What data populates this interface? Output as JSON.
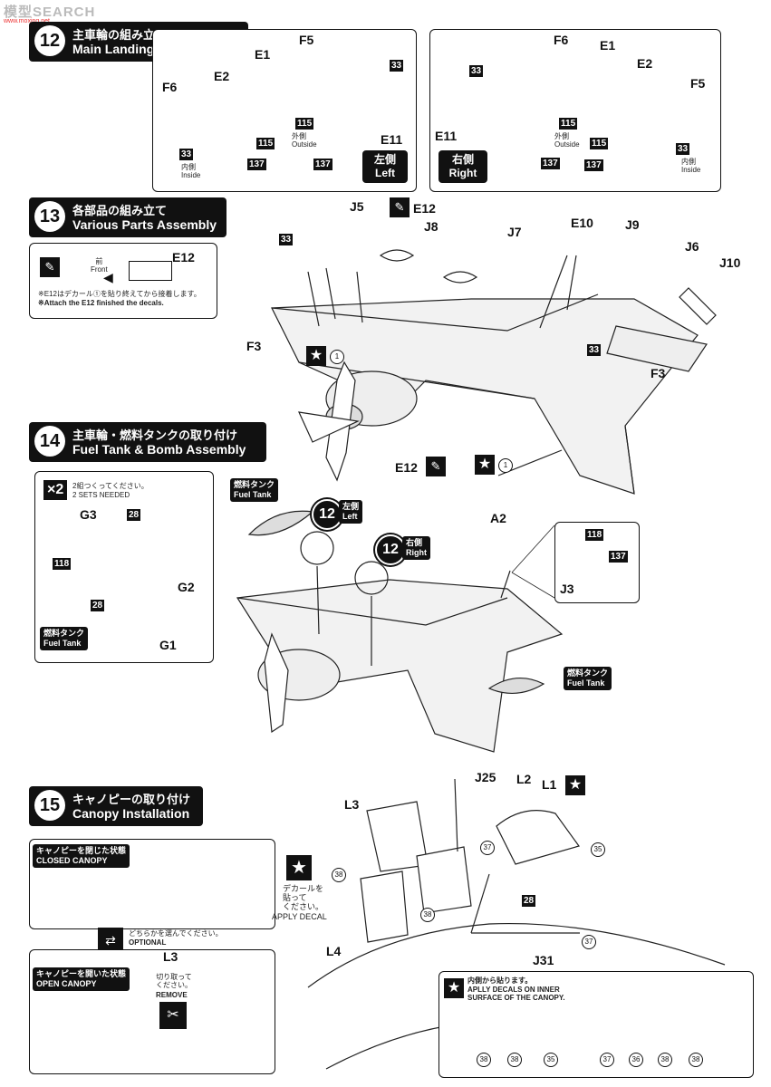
{
  "watermark": {
    "text": "模型SEARCH",
    "sub": "www.moxing.net"
  },
  "step12": {
    "num": "12",
    "jp": "主車輪の組み立て",
    "en": "Main Landing Gear Assembly",
    "left_panel": {
      "side_jp": "左側",
      "side_en": "Left",
      "parts": {
        "f5": "F5",
        "e1": "E1",
        "e2": "E2",
        "f6": "F6",
        "e11": "E11"
      },
      "codes": {
        "c33a": "33",
        "c33b": "33",
        "c115": "115",
        "c115b": "115",
        "c137a": "137",
        "c137b": "137"
      },
      "inside": "内側\nInside",
      "outside": "外側\nOutside"
    },
    "right_panel": {
      "side_jp": "右側",
      "side_en": "Right",
      "parts": {
        "f6": "F6",
        "e1": "E1",
        "e2": "E2",
        "f5": "F5",
        "e11": "E11"
      },
      "codes": {
        "c33a": "33",
        "c33b": "33",
        "c115": "115",
        "c115b": "115",
        "c137a": "137",
        "c137b": "137"
      },
      "inside": "内側\nInside",
      "outside": "外側\nOutside"
    }
  },
  "step13": {
    "num": "13",
    "jp": "各部品の組み立て",
    "en": "Various Parts Assembly",
    "inset": {
      "part": "E12",
      "front_jp": "前",
      "front_en": "Front",
      "note_jp": "※E12はデカール①を貼り終えてから接着します。",
      "note_en": "※Attach the E12 finished the decals."
    },
    "parts": {
      "j5": "J5",
      "e12": "E12",
      "j8": "J8",
      "j7": "J7",
      "e10": "E10",
      "j9": "J9",
      "j6": "J6",
      "j10": "J10",
      "f3a": "F3",
      "f3b": "F3",
      "e12b": "E12",
      "a2": "A2"
    },
    "codes": {
      "c33a": "33",
      "c33b": "33"
    },
    "decal": "1"
  },
  "step14": {
    "num": "14",
    "jp": "主車輪・燃料タンクの取り付け",
    "en": "Fuel Tank & Bomb Assembly",
    "inset": {
      "x2": "×2",
      "note_jp": "2組つくってください。",
      "note_en": "2 SETS NEEDED",
      "g3": "G3",
      "g2": "G2",
      "g1": "G1",
      "c28a": "28",
      "c28b": "28",
      "c118": "118",
      "fuel_jp": "燃料タンク",
      "fuel_en": "Fuel Tank"
    },
    "fuel_tank_top": {
      "jp": "燃料タンク",
      "en": "Fuel Tank"
    },
    "fuel_tank_right": {
      "jp": "燃料タンク",
      "en": "Fuel Tank"
    },
    "ref_left": {
      "num": "12",
      "jp": "左側",
      "en": "Left"
    },
    "ref_right": {
      "num": "12",
      "jp": "右側",
      "en": "Right"
    },
    "tail_inset": {
      "part": "J3",
      "c118": "118",
      "c137": "137"
    }
  },
  "step15": {
    "num": "15",
    "jp": "キャノピーの取り付け",
    "en": "Canopy Installation",
    "closed": {
      "jp": "キャノピーを閉じた状態",
      "en": "CLOSED CANOPY"
    },
    "optional": {
      "jp": "どちらかを選んでください。",
      "en": "OPTIONAL"
    },
    "open": {
      "jp": "キャノピーを開いた状態",
      "en": "OPEN CANOPY",
      "part": "L3",
      "remove_jp": "切り取って\nください。",
      "remove_en": "REMOVE"
    },
    "apply": {
      "jp": "デカールを\n貼って\nください。",
      "en": "APPLY DECAL"
    },
    "parts": {
      "j25": "J25",
      "l2": "L2",
      "l1": "L1",
      "l3": "L3",
      "l4": "L4",
      "j31": "J31"
    },
    "codes": {
      "c28": "28",
      "c35": "35",
      "c37a": "37",
      "c37b": "37",
      "c38a": "38",
      "c38b": "38"
    },
    "inner": {
      "jp": "内側から貼ります。",
      "en": "APLLY DECALS ON INNER\nSURFACE OF THE CANOPY.",
      "nums": [
        "38",
        "38",
        "35",
        "37",
        "36",
        "38",
        "38"
      ]
    }
  }
}
